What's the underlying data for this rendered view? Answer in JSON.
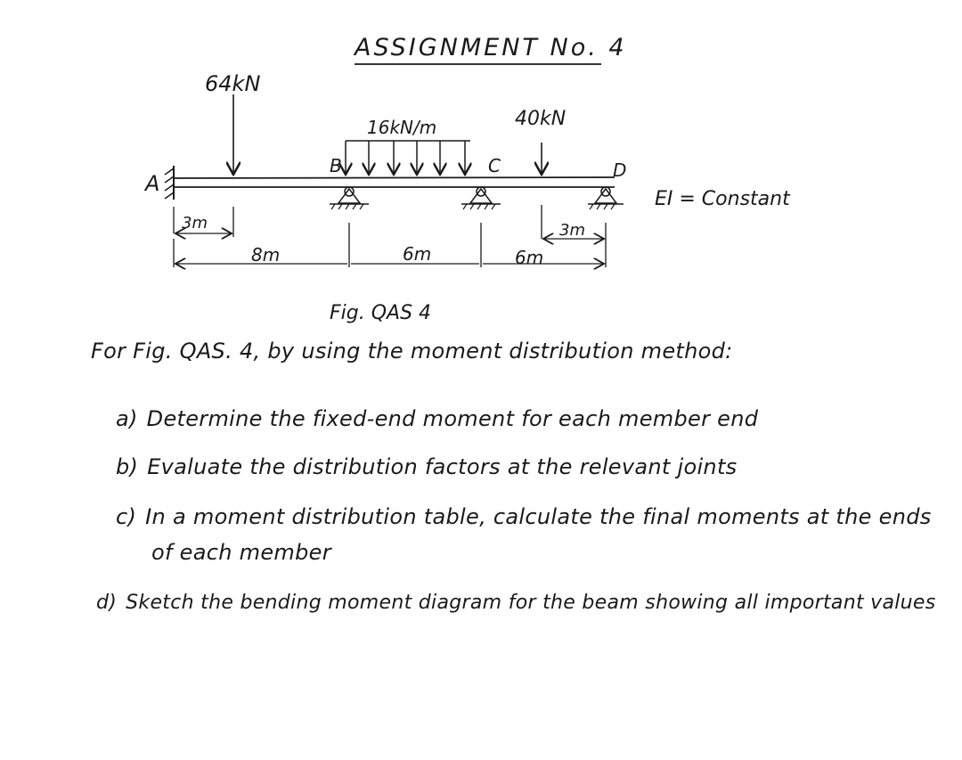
{
  "title": "ASSIGNMENT No. 4",
  "figure": {
    "loads": {
      "point_load_1": "64kN",
      "udl": "16kN/m",
      "point_load_2": "40kN"
    },
    "supports": {
      "a": "A",
      "b": "B",
      "c": "C",
      "d": "D"
    },
    "dimensions": {
      "a_to_load": "3m",
      "a_to_b": "8m",
      "b_to_c": "6m",
      "c_to_d": "6m",
      "load_to_d": "3m"
    },
    "stiffness": "EI = Constant",
    "caption": "Fig. QAS 4"
  },
  "questions": {
    "intro": "For Fig. QAS. 4, by using the moment distribution method:",
    "a": {
      "prefix": "a)",
      "text": "Determine the fixed-end moment for each member end"
    },
    "b": {
      "prefix": "b)",
      "text": "Evaluate the distribution factors at the relevant joints"
    },
    "c": {
      "prefix": "c)",
      "text": "In a moment distribution table, calculate the final moments at the ends",
      "cont": "of each member"
    },
    "d": {
      "prefix": "d)",
      "text": "Sketch the bending moment diagram for the beam showing all important values"
    }
  }
}
